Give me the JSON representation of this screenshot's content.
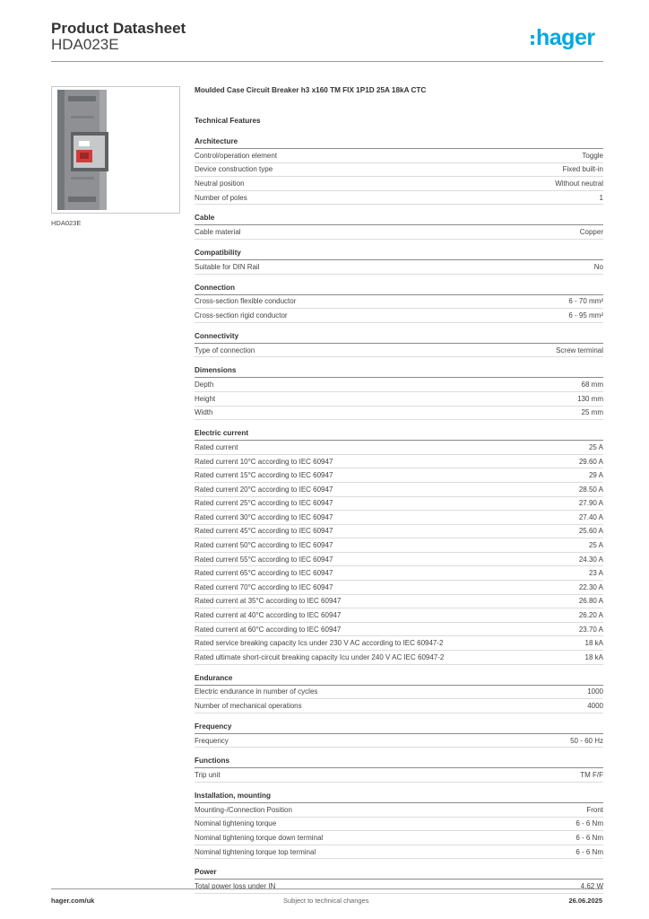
{
  "header": {
    "title": "Product Datasheet",
    "code": "HDA023E",
    "logo_text": "hager",
    "brand_color": "#00a9e0"
  },
  "image": {
    "caption": "HDA023E"
  },
  "main": {
    "product_title": "Moulded Case Circuit Breaker h3 x160 TM FIX 1P1D  25A 18kA CTC",
    "features_heading": "Technical Features",
    "sections": [
      {
        "title": "Architecture",
        "rows": [
          {
            "label": "Control/operation element",
            "value": "Toggle"
          },
          {
            "label": "Device construction type",
            "value": "Fixed built-in"
          },
          {
            "label": "Neutral position",
            "value": "Without neutral"
          },
          {
            "label": "Number of poles",
            "value": "1"
          }
        ]
      },
      {
        "title": "Cable",
        "rows": [
          {
            "label": "Cable material",
            "value": "Copper"
          }
        ]
      },
      {
        "title": "Compatibility",
        "rows": [
          {
            "label": "Suitable for DIN Rail",
            "value": "No"
          }
        ]
      },
      {
        "title": "Connection",
        "rows": [
          {
            "label": "Cross-section flexible conductor",
            "value": "6 - 70 mm²"
          },
          {
            "label": "Cross-section rigid conductor",
            "value": "6 - 95 mm²"
          }
        ]
      },
      {
        "title": "Connectivity",
        "rows": [
          {
            "label": "Type of connection",
            "value": "Screw terminal"
          }
        ]
      },
      {
        "title": "Dimensions",
        "rows": [
          {
            "label": "Depth",
            "value": "68 mm"
          },
          {
            "label": "Height",
            "value": "130 mm"
          },
          {
            "label": "Width",
            "value": "25 mm"
          }
        ]
      },
      {
        "title": "Electric current",
        "rows": [
          {
            "label": "Rated current",
            "value": "25 A"
          },
          {
            "label": "Rated current 10°C according to IEC 60947",
            "value": "29.60 A"
          },
          {
            "label": "Rated current 15°C according to IEC 60947",
            "value": "29 A"
          },
          {
            "label": "Rated current 20°C according to IEC 60947",
            "value": "28.50 A"
          },
          {
            "label": "Rated current 25°C according to IEC 60947",
            "value": "27.90 A"
          },
          {
            "label": "Rated current 30°C according to IEC 60947",
            "value": "27.40 A"
          },
          {
            "label": "Rated current 45°C according to IEC 60947",
            "value": "25.60 A"
          },
          {
            "label": "Rated current 50°C according to IEC 60947",
            "value": "25 A"
          },
          {
            "label": "Rated current 55°C according to IEC 60947",
            "value": "24.30 A"
          },
          {
            "label": "Rated current 65°C according to IEC 60947",
            "value": "23 A"
          },
          {
            "label": "Rated current 70°C according to IEC 60947",
            "value": "22.30 A"
          },
          {
            "label": "Rated current at 35°C according to IEC 60947",
            "value": "26.80 A"
          },
          {
            "label": "Rated current at 40°C according to IEC 60947",
            "value": "26.20 A"
          },
          {
            "label": "Rated current at 60°C according to IEC 60947",
            "value": "23.70 A"
          },
          {
            "label": "Rated service breaking capacity Ics under 230 V AC according to IEC 60947-2",
            "value": "18 kA"
          },
          {
            "label": "Rated ultimate short-circuit breaking capacity Icu under 240 V AC IEC 60947-2",
            "value": "18 kA"
          }
        ]
      },
      {
        "title": "Endurance",
        "rows": [
          {
            "label": "Electric endurance in number of cycles",
            "value": "1000"
          },
          {
            "label": "Number of mechanical operations",
            "value": "4000"
          }
        ]
      },
      {
        "title": "Frequency",
        "rows": [
          {
            "label": "Frequency",
            "value": "50 - 60 Hz"
          }
        ]
      },
      {
        "title": "Functions",
        "rows": [
          {
            "label": "Trip unit",
            "value": "TM F/F"
          }
        ]
      },
      {
        "title": "Installation, mounting",
        "rows": [
          {
            "label": "Mounting-/Connection Position",
            "value": "Front"
          },
          {
            "label": "Nominal tightening torque",
            "value": "6 - 6 Nm"
          },
          {
            "label": "Nominal tightening torque down terminal",
            "value": "6 - 6 Nm"
          },
          {
            "label": "Nominal tightening torque top terminal",
            "value": "6 - 6 Nm"
          }
        ]
      },
      {
        "title": "Power",
        "rows": [
          {
            "label": "Total power loss under IN",
            "value": "4.62 W"
          }
        ]
      }
    ]
  },
  "footer": {
    "left": "hager.com/uk",
    "center": "Subject to technical changes",
    "right": "26.06.2025"
  }
}
